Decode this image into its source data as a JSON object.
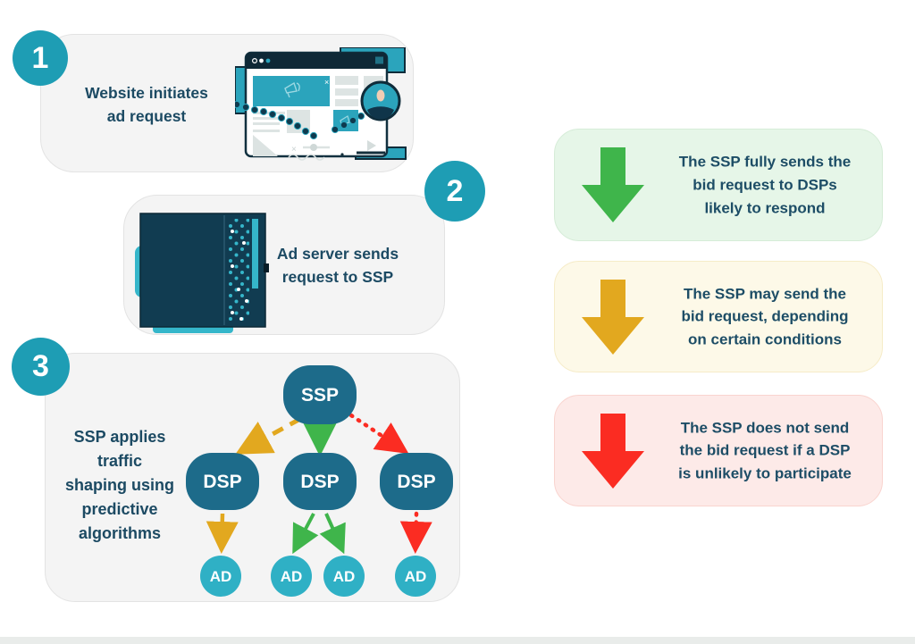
{
  "steps": [
    {
      "number": "1",
      "label": "Website initiates ad request",
      "lines": [
        "Website initiates",
        "ad request"
      ]
    },
    {
      "number": "2",
      "label": "Ad server sends request to SSP",
      "lines": [
        "Ad server sends",
        "request to SSP"
      ]
    },
    {
      "number": "3",
      "label": "SSP applies traffic shaping using predictive algorithms",
      "lines": [
        "SSP applies",
        "traffic",
        "shaping using",
        "predictive",
        "algorithms"
      ]
    }
  ],
  "diagram": {
    "ssp_label": "SSP",
    "dsp_labels": [
      "DSP",
      "DSP",
      "DSP"
    ],
    "ad_labels": [
      "AD",
      "AD",
      "AD",
      "AD"
    ],
    "edges": [
      {
        "from": "SSP",
        "to": "DSP-1",
        "style": "dashed",
        "color": "#e2a81f"
      },
      {
        "from": "SSP",
        "to": "DSP-2",
        "style": "solid",
        "color": "#3fb54b"
      },
      {
        "from": "SSP",
        "to": "DSP-3",
        "style": "dotted",
        "color": "#fb2c22"
      },
      {
        "from": "DSP-1",
        "to": "AD-1",
        "style": "dashed",
        "color": "#e2a81f"
      },
      {
        "from": "DSP-2",
        "to": "AD-2",
        "style": "solid",
        "color": "#3fb54b"
      },
      {
        "from": "DSP-2",
        "to": "AD-3",
        "style": "solid",
        "color": "#3fb54b"
      },
      {
        "from": "DSP-3",
        "to": "AD-4",
        "style": "dotted",
        "color": "#fb2c22"
      }
    ]
  },
  "legend": [
    {
      "tone": "full-send",
      "text": "The SSP fully sends the bid request to DSPs likely to respond",
      "lines": [
        "The SSP fully sends the",
        "bid request to DSPs",
        "likely to respond"
      ],
      "arrow_color": "#3fb54b",
      "bg": "#e6f6e8",
      "border": "#d6ecd8"
    },
    {
      "tone": "conditional-send",
      "text": "The SSP may send the bid request, depending on certain conditions",
      "lines": [
        "The SSP may send the",
        "bid request, depending",
        "on certain conditions"
      ],
      "arrow_color": "#e2a81f",
      "bg": "#fdf9e8",
      "border": "#f6ecc8"
    },
    {
      "tone": "no-send",
      "text": "The SSP does not send the bid request if a DSP is unlikely to participate",
      "lines": [
        "The SSP does not send",
        "the bid request if a DSP",
        "is unlikely to participate"
      ],
      "arrow_color": "#fb2c22",
      "bg": "#fdeae8",
      "border": "#f9d4cf"
    }
  ],
  "colors": {
    "badge": "#1e9db4",
    "card_bg": "#f4f4f4",
    "card_border": "#e3e3e3",
    "node_dark": "#1d6b8a",
    "node_light": "#2fb0c5",
    "text_dark": "#1c4a63",
    "accent_teal": "#2ba4bc",
    "illustration_dark": "#113c51",
    "bottom_strip": "#e9ecea"
  }
}
